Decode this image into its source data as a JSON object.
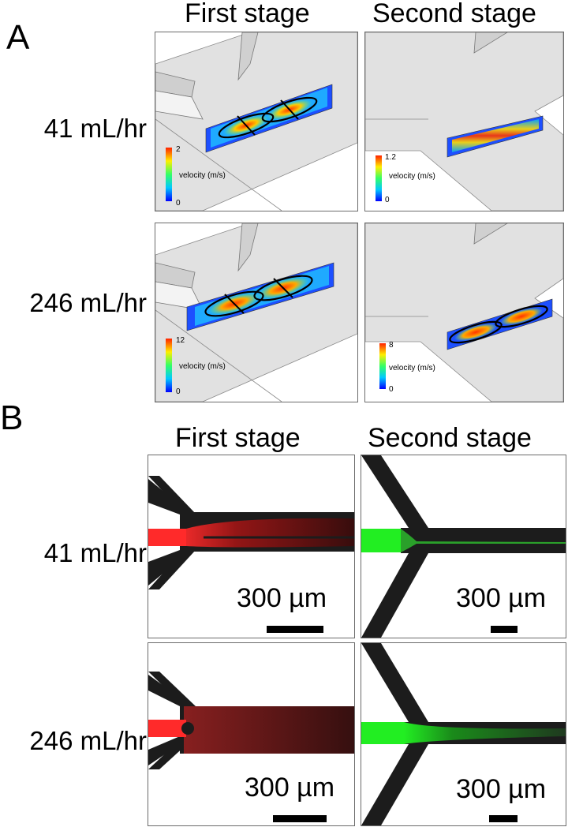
{
  "panel_a": {
    "letter": "A",
    "col_headers": [
      "First stage",
      "Second stage"
    ],
    "row_labels": [
      "41 mL/hr",
      "246 mL/hr"
    ],
    "plots": [
      {
        "colorbar_max": "2",
        "colorbar_min": "0",
        "colorbar_label": "velocity (m/s)"
      },
      {
        "colorbar_max": "1.2",
        "colorbar_min": "0",
        "colorbar_label": "velocity (m/s)"
      },
      {
        "colorbar_max": "12",
        "colorbar_min": "0",
        "colorbar_label": "velocity (m/s)"
      },
      {
        "colorbar_max": "8",
        "colorbar_min": "0",
        "colorbar_label": "velocity (m/s)"
      }
    ]
  },
  "panel_b": {
    "letter": "B",
    "col_headers": [
      "First stage",
      "Second stage"
    ],
    "row_labels": [
      "41 mL/hr",
      "246 mL/hr"
    ],
    "scale_labels": [
      "300 µm",
      "300 µm",
      "300 µm",
      "300 µm"
    ],
    "colors": {
      "red_stream": "#ff2a2a",
      "green_stream": "#22ee22",
      "channel": "#1c1c1c"
    }
  }
}
